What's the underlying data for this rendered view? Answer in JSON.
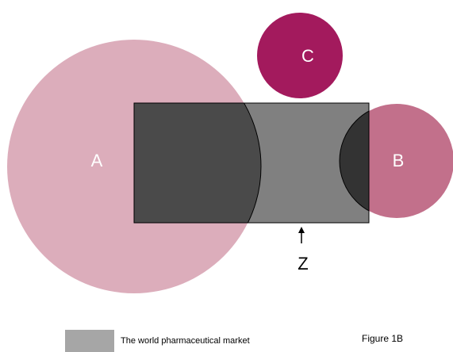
{
  "diagram": {
    "circles": [
      {
        "id": "A",
        "label": "A",
        "color": "#dcadbb"
      },
      {
        "id": "B",
        "label": "B",
        "color": "#c2708b"
      },
      {
        "id": "C",
        "label": "C",
        "color": "#a31a5d"
      }
    ],
    "box": {
      "color": "#808080",
      "overlap_color": "#4a4a4a",
      "overlap_b_color": "#333333"
    },
    "pointer_label": "Z"
  },
  "legend": {
    "swatch_color": "#a6a6a6",
    "text": "The world pharmaceutical market"
  },
  "figure_label": "Figure 1B"
}
